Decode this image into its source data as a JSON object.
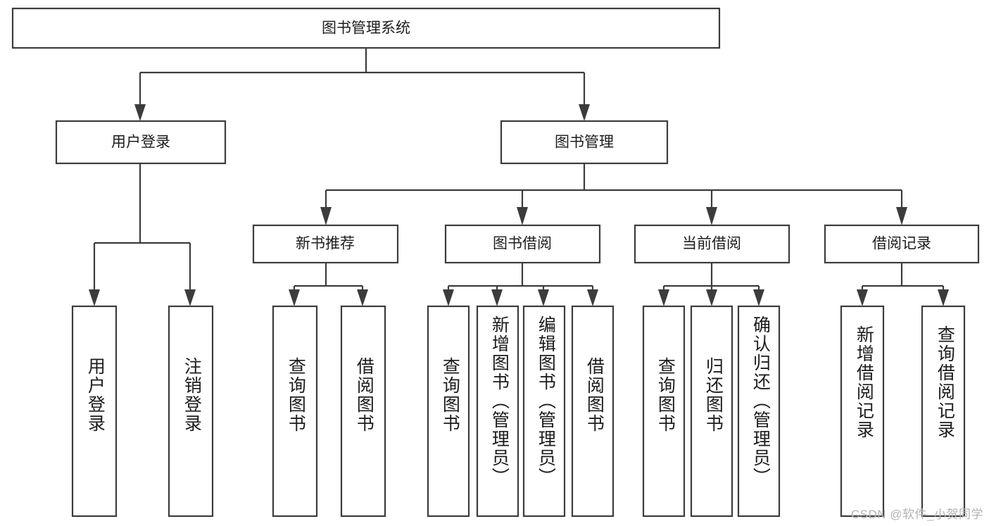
{
  "diagram": {
    "type": "hierarchy-tree",
    "title": "图书管理系统",
    "watermark": "CSDN @软件_小贺同学",
    "colors": {
      "stroke": "#3c3c3c",
      "box_fill": "#ffffff",
      "text": "#1c1c1c",
      "background": "#ffffff",
      "watermark": "#b4b4b4"
    },
    "root": {
      "label": "图书管理系统"
    },
    "level2": [
      {
        "label": "用户登录"
      },
      {
        "label": "图书管理"
      }
    ],
    "level3": [
      {
        "label": "新书推荐"
      },
      {
        "label": "图书借阅"
      },
      {
        "label": "当前借阅"
      },
      {
        "label": "借阅记录"
      }
    ],
    "leaves": {
      "user_login": [
        {
          "label": "用户登录"
        },
        {
          "label": "注销登录"
        }
      ],
      "new_book_recommend": [
        {
          "label": "查询图书"
        },
        {
          "label": "借阅图书"
        }
      ],
      "book_borrow": [
        {
          "label": "查询图书"
        },
        {
          "label": "新增图书（管理员）"
        },
        {
          "label": "编辑图书（管理员）"
        },
        {
          "label": "借阅图书"
        }
      ],
      "current_borrow": [
        {
          "label": "查询图书"
        },
        {
          "label": "归还图书"
        },
        {
          "label": "确认归还（管理员）"
        }
      ],
      "borrow_record": [
        {
          "label": "新增借阅记录"
        },
        {
          "label": "查询借阅记录"
        }
      ]
    }
  }
}
